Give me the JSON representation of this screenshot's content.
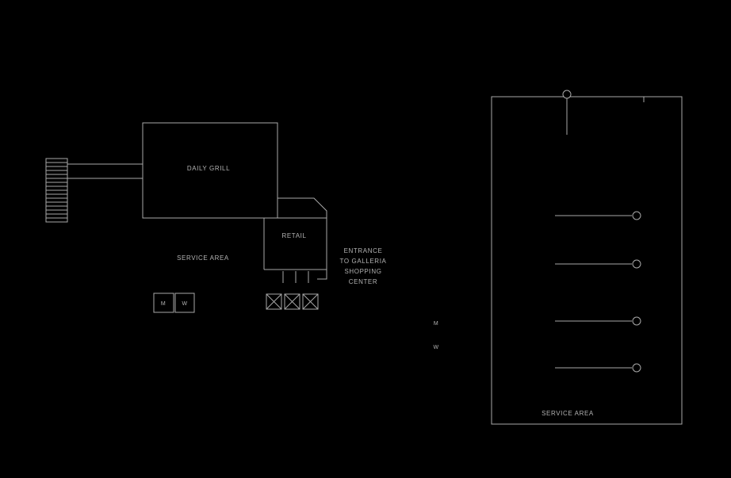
{
  "colors": {
    "background": "#000000",
    "line": "#a9a9a9",
    "text": "#b3b3b3"
  },
  "left_wing": {
    "daily_grill_label": "DAILY GRILL",
    "retail_label": "RETAIL",
    "service_area_label": "SERVICE AREA",
    "restroom_m": "M",
    "restroom_w": "W",
    "entrance_note": {
      "line1": "ENTRANCE",
      "line2": "TO GALLERIA",
      "line3": "SHOPPING",
      "line4": "CENTER"
    }
  },
  "center": {
    "m_label": "M",
    "w_label": "W"
  },
  "right_wing": {
    "service_area_label": "SERVICE AREA"
  }
}
